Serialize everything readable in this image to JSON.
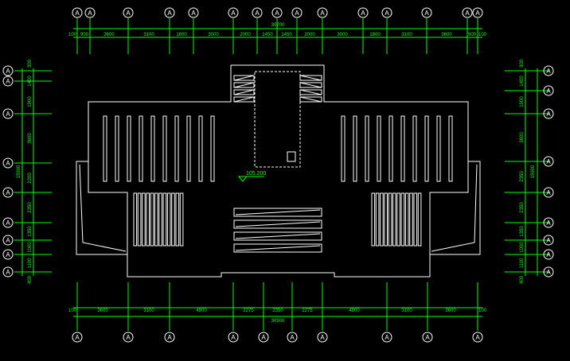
{
  "drawing": {
    "background": "#000000",
    "dimension_color": "#00ff00",
    "axis_color": "#ffffff",
    "outline_color": "#ffffff",
    "elevation_label_color": "#00ff00"
  },
  "top_dims": {
    "total": "30700",
    "segments": [
      "100",
      "900",
      "3600",
      "3100",
      "1800",
      "3000",
      "2000",
      "1450",
      "1450",
      "2000",
      "3000",
      "1800",
      "3100",
      "3600",
      "900",
      "100"
    ]
  },
  "bottom_dims": {
    "total": "30500",
    "segments": [
      "100",
      "3600",
      "3100",
      "4800",
      "2275",
      "2350",
      "2275",
      "4800",
      "3100",
      "3600",
      "100"
    ]
  },
  "left_dims": {
    "total": "15900",
    "segments": [
      "300",
      "1400",
      "1900",
      "3600",
      "2200",
      "2350",
      "1350",
      "1000",
      "1100",
      "400"
    ]
  },
  "right_dims": {
    "total": "15900",
    "segments": [
      "300",
      "1400",
      "1900",
      "3600",
      "2350",
      "2350",
      "1350",
      "1000",
      "1100",
      "400"
    ]
  },
  "axis_bubble_label": "A",
  "elevation_label": "105.200"
}
